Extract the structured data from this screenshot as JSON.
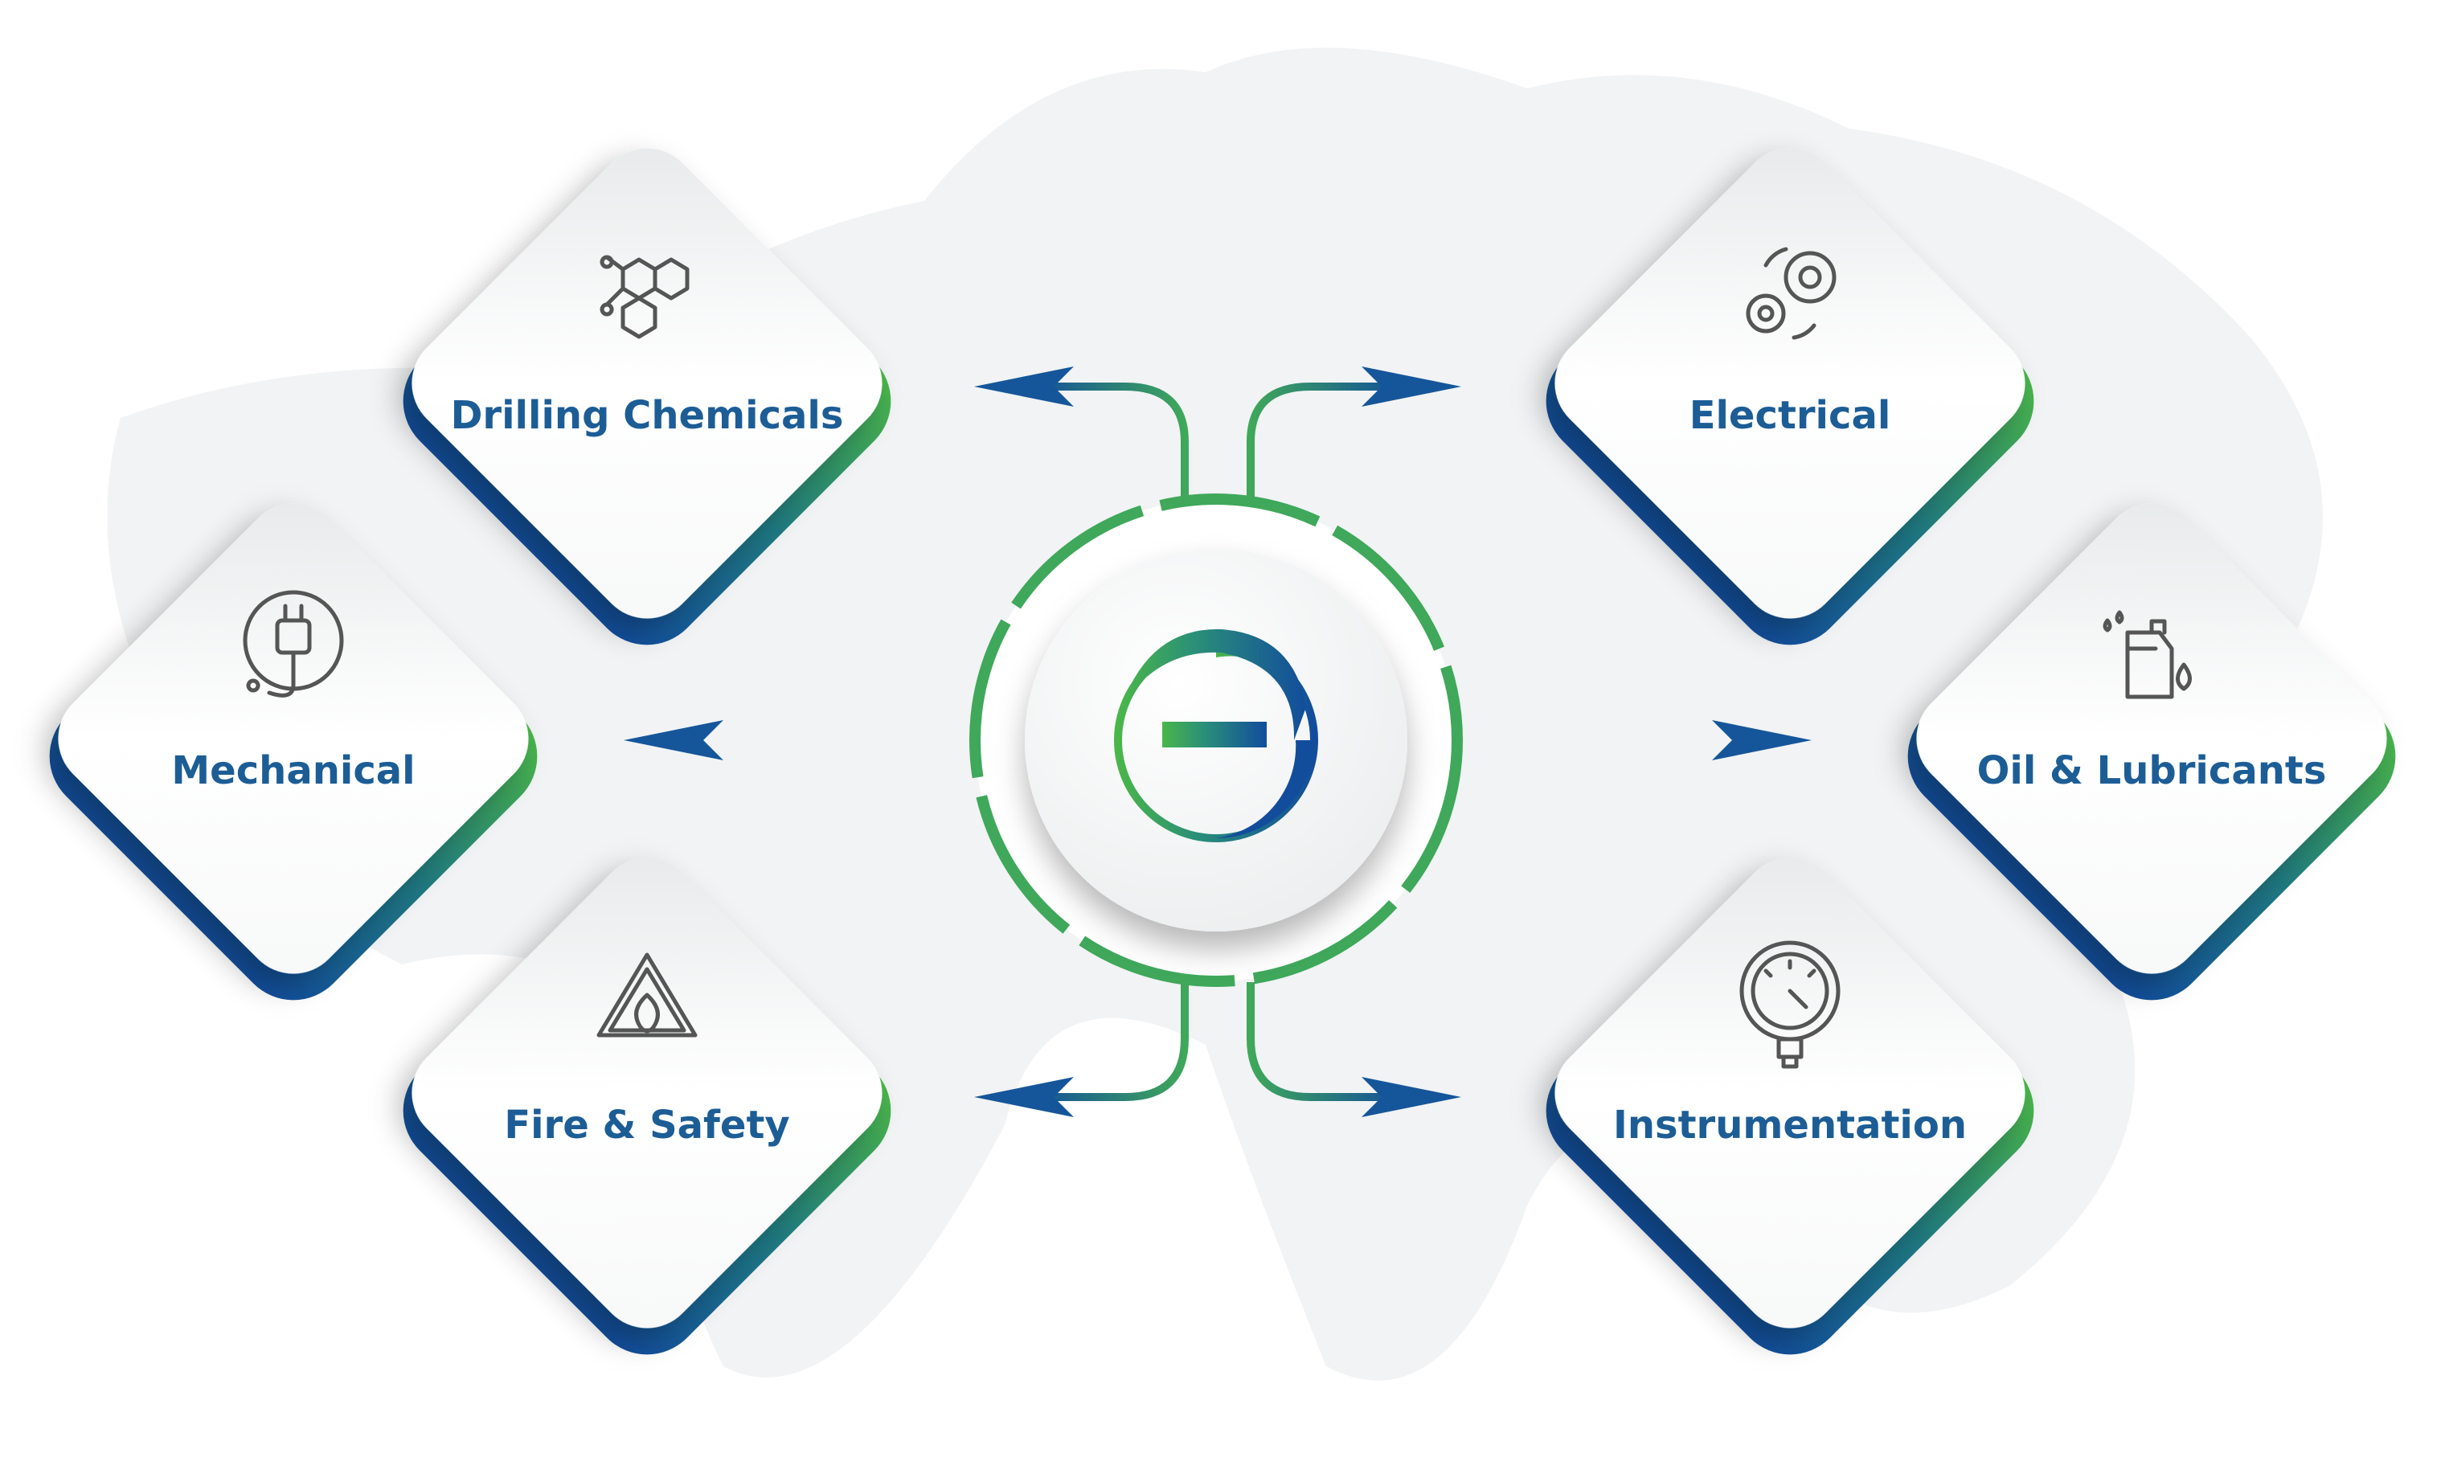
{
  "colors": {
    "green": "#4ab649",
    "teal": "#1f7a82",
    "blue": "#124d9c",
    "label": "#1c5d96"
  },
  "center": {
    "logo_icon": "e-swoosh-logo"
  },
  "categories": [
    {
      "label": "Drilling Chemicals",
      "icon": "molecule-icon"
    },
    {
      "label": "Electrical",
      "icon": "gears-icon"
    },
    {
      "label": "Mechanical",
      "icon": "plug-icon"
    },
    {
      "label": "Oil & Lubricants",
      "icon": "oil-can-icon"
    },
    {
      "label": "Fire & Safety",
      "icon": "fire-warning-icon"
    },
    {
      "label": "Instrumentation",
      "icon": "pressure-gauge-icon"
    }
  ]
}
